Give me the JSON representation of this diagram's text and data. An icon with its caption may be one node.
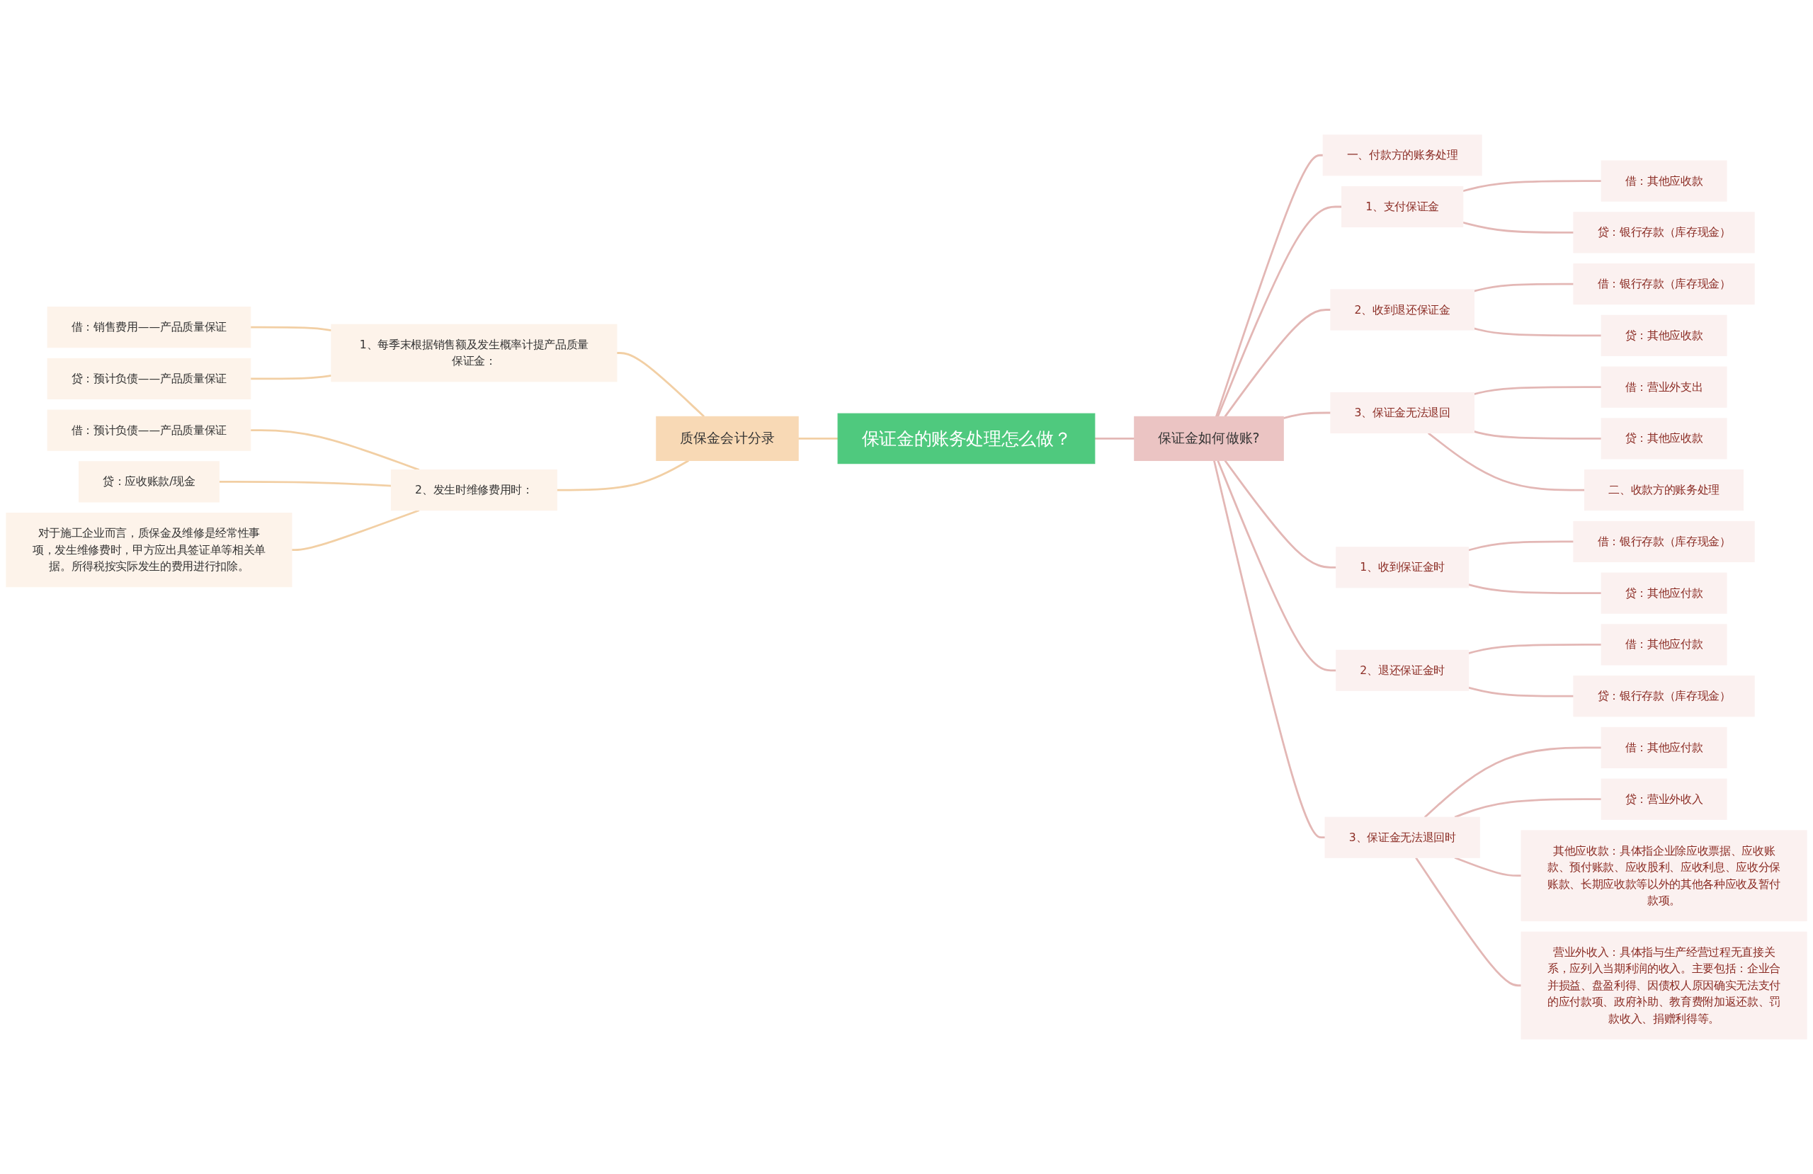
{
  "diagram": {
    "nodes": [
      {
        "text": [
          "保证金的账务处理怎么做？"
        ]
      },
      {
        "text": [
          "质保金会计分录"
        ]
      },
      {
        "text": [
          "1、每季末根据销售额及发生概率计提产品质量保证金："
        ]
      },
      {
        "text": [
          "借：销售费用——产品质量保证"
        ]
      },
      {
        "text": [
          "贷：预计负债——产品质量保证"
        ]
      },
      {
        "text": [
          "2、发生时维修费用时："
        ]
      },
      {
        "text": [
          "借：预计负债——产品质量保证"
        ]
      },
      {
        "text": [
          "贷：应收账款/现金"
        ]
      },
      {
        "text": [
          "对于施工企业而言，质保金及维修是经常性事项，发生维修费时，甲方应出具签证单等相关单据。所得税按实际发生的费用进行扣除。"
        ]
      },
      {
        "text": [
          "保证金如何做账?"
        ]
      },
      {
        "text": [
          "一、付款方的账务处理"
        ]
      },
      {
        "text": [
          "1、支付保证金"
        ]
      },
      {
        "text": [
          "借：其他应收款"
        ]
      },
      {
        "text": [
          "贷：银行存款（库存现金）"
        ]
      },
      {
        "text": [
          "2、收到退还保证金"
        ]
      },
      {
        "text": [
          "借：银行存款（库存现金）"
        ]
      },
      {
        "text": [
          "贷：其他应收款"
        ]
      },
      {
        "text": [
          "3、保证金无法退回"
        ]
      },
      {
        "text": [
          "借：营业外支出"
        ]
      },
      {
        "text": [
          "贷：其他应收款"
        ]
      },
      {
        "text": [
          "二、收款方的账务处理"
        ]
      },
      {
        "text": [
          "1、收到保证金时"
        ]
      },
      {
        "text": [
          "借：银行存款（库存现金）"
        ]
      },
      {
        "text": [
          "贷：其他应付款"
        ]
      },
      {
        "text": [
          "2、退还保证金时"
        ]
      },
      {
        "text": [
          "借：其他应付款"
        ]
      },
      {
        "text": [
          "贷：银行存款（库存现金）"
        ]
      },
      {
        "text": [
          "3、保证金无法退回时"
        ]
      },
      {
        "text": [
          "借：其他应付款"
        ]
      },
      {
        "text": [
          "贷：营业外收入"
        ]
      },
      {
        "text": [
          "其他应收款：具体指企业除应收票据、应收账款、预付账款、应收股利、应收利息、应收分保账款、长期应收款等以外的其他各种应收及暂付款项。"
        ]
      },
      {
        "text": [
          "营业外收入：具体指与生产经营过程无直接关系，应列入当期利润的收入。主要包括：企业合并损益、盘盈利得、因债权人原因确实无法支付的应付款项、政府补助、教育费附加返还款、罚款收入、捐赠利得等。"
        ]
      }
    ],
    "edges": [
      {
        "from": 0,
        "to": 1,
        "arrow": "none",
        "color": "#f2cfa4"
      },
      {
        "from": 1,
        "to": 2,
        "arrow": "none",
        "color": "#f2cfa4"
      },
      {
        "from": 2,
        "to": 3,
        "arrow": "none",
        "color": "#f2cfa4"
      },
      {
        "from": 2,
        "to": 4,
        "arrow": "none",
        "color": "#f2cfa4"
      },
      {
        "from": 1,
        "to": 5,
        "arrow": "none",
        "color": "#f2cfa4"
      },
      {
        "from": 5,
        "to": 6,
        "arrow": "none",
        "color": "#f2cfa4"
      },
      {
        "from": 5,
        "to": 7,
        "arrow": "none",
        "color": "#f2cfa4"
      },
      {
        "from": 5,
        "to": 8,
        "arrow": "none",
        "color": "#f2cfa4"
      },
      {
        "from": 0,
        "to": 9,
        "arrow": "none"
      },
      {
        "from": 9,
        "to": 10,
        "arrow": "none"
      },
      {
        "from": 9,
        "to": 11,
        "arrow": "none"
      },
      {
        "from": 11,
        "to": 12,
        "arrow": "none"
      },
      {
        "from": 11,
        "to": 13,
        "arrow": "none"
      },
      {
        "from": 9,
        "to": 14,
        "arrow": "none"
      },
      {
        "from": 14,
        "to": 15,
        "arrow": "none"
      },
      {
        "from": 14,
        "to": 16,
        "arrow": "none"
      },
      {
        "from": 9,
        "to": 17,
        "arrow": "none"
      },
      {
        "from": 17,
        "to": 18,
        "arrow": "none"
      },
      {
        "from": 17,
        "to": 19,
        "arrow": "none"
      },
      {
        "from": 17,
        "to": 20,
        "arrow": "none"
      },
      {
        "from": 9,
        "to": 21,
        "arrow": "none"
      },
      {
        "from": 21,
        "to": 22,
        "arrow": "none"
      },
      {
        "from": 21,
        "to": 23,
        "arrow": "none"
      },
      {
        "from": 9,
        "to": 24,
        "arrow": "none"
      },
      {
        "from": 24,
        "to": 25,
        "arrow": "none"
      },
      {
        "from": 24,
        "to": 26,
        "arrow": "none"
      },
      {
        "from": 9,
        "to": 27,
        "arrow": "none"
      },
      {
        "from": 27,
        "to": 28,
        "arrow": "none"
      },
      {
        "from": 27,
        "to": 29,
        "arrow": "none"
      },
      {
        "from": 27,
        "to": 30,
        "arrow": "none"
      },
      {
        "from": 27,
        "to": 31,
        "arrow": "none"
      }
    ]
  }
}
